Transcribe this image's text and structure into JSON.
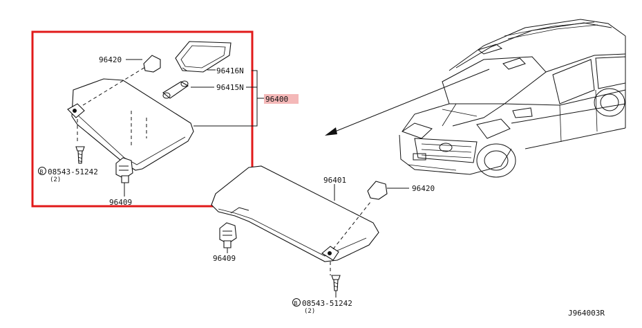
{
  "diagram": {
    "callouts": {
      "visor_ring_left": "96420",
      "mirror_lid": "96416N",
      "visor_lamp": "96415N",
      "visor_assembly": "96400",
      "holder_left": "96409",
      "visor_right": "96401",
      "visor_ring_right": "96420",
      "holder_right": "96409"
    },
    "screws": {
      "left": {
        "symbol": "B",
        "part": "08543-51242",
        "qty": "(2)"
      },
      "right": {
        "symbol": "B",
        "part": "08543-51242",
        "qty": "(2)"
      }
    },
    "drawing_code": "J964003R"
  },
  "colors": {
    "highlight_frame": "#e11a1a",
    "highlight_label_bg": "#f4b8b8",
    "line": "#111111"
  }
}
